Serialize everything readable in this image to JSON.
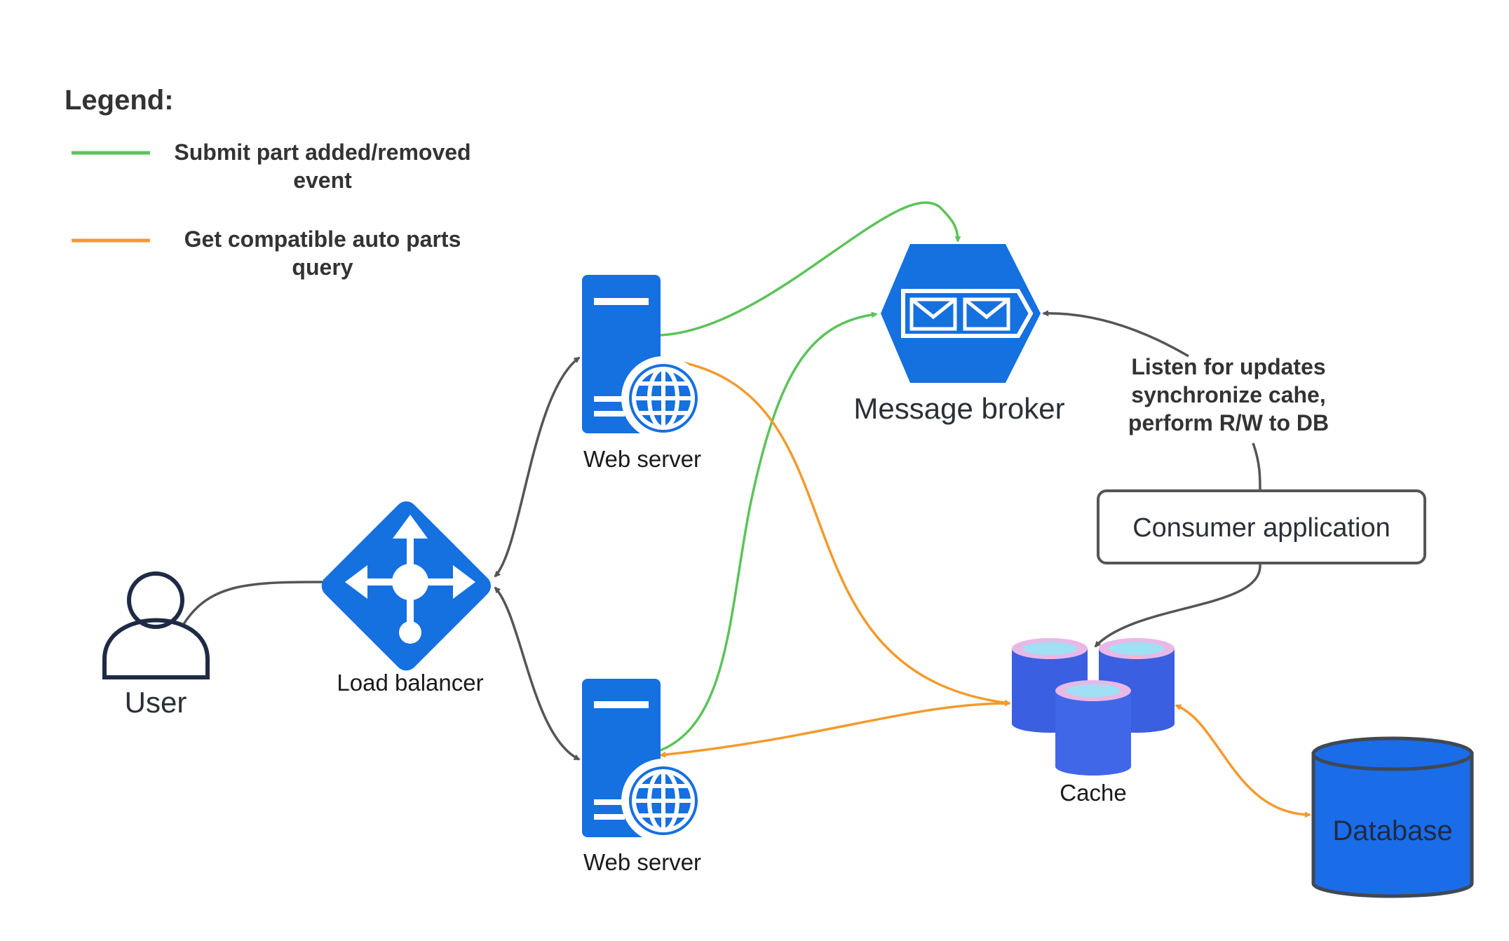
{
  "legend": {
    "title": "Legend:",
    "items": [
      {
        "color": "#5cc35a",
        "label_line1": "Submit part added/removed",
        "label_line2": "event"
      },
      {
        "color": "#f39a2d",
        "label_line1": "Get compatible auto parts",
        "label_line2": "query"
      }
    ]
  },
  "nodes": {
    "user": "User",
    "load_balancer": "Load balancer",
    "web_server_top": "Web server",
    "web_server_bottom": "Web server",
    "message_broker": "Message broker",
    "consumer_app": "Consumer application",
    "cache": "Cache",
    "database": "Database"
  },
  "annotation": {
    "line1": "Listen for updates",
    "line2": "synchronize cahe,",
    "line3": "perform R/W to DB"
  },
  "colors": {
    "azure_blue": "#1570e0",
    "green_flow": "#5cc35a",
    "orange_flow": "#f39a2d",
    "gray_flow": "#555555",
    "cache_blue": "#3a5fe0",
    "database_blue": "#1a6ce8"
  },
  "icons": [
    "user-icon",
    "load-balancer-icon",
    "web-server-icon",
    "globe-icon",
    "message-broker-icon",
    "envelope-icon",
    "cache-icon",
    "database-icon"
  ]
}
